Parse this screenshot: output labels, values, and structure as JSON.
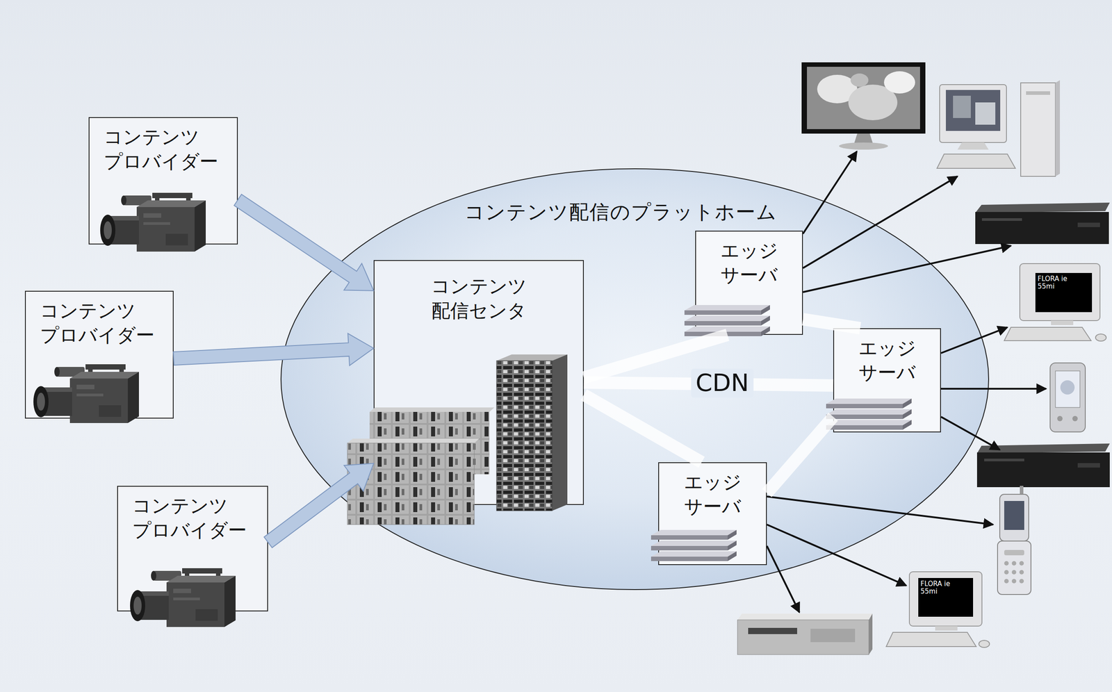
{
  "diagram": {
    "nodes": [
      {
        "text": [
          "コンテンツ プロバイダー"
        ]
      },
      {
        "text": [
          "コンテンツ プロバイダー"
        ]
      },
      {
        "text": [
          "コンテンツ プロバイダー"
        ]
      },
      {
        "text": [
          "コンテンツ配信のプラットホーム"
        ]
      },
      {
        "text": [
          "コンテンツ 配信センタ"
        ],
        "in": 3
      },
      {
        "text": [
          "エッジ サーバ"
        ],
        "in": 3
      },
      {
        "text": [
          "エッジ サーバ"
        ],
        "in": 3
      },
      {
        "text": [
          "エッジ サーバ"
        ],
        "in": 3
      }
    ],
    "edges": [
      {
        "from": 0,
        "to": 4,
        "arrow": "to"
      },
      {
        "from": 1,
        "to": 4,
        "arrow": "to"
      },
      {
        "from": 2,
        "to": 4,
        "arrow": "to"
      },
      {
        "from": 4,
        "to": 5,
        "arrow": "none"
      },
      {
        "from": 4,
        "to": 6,
        "arrow": "none"
      },
      {
        "from": 4,
        "to": 7,
        "arrow": "none"
      },
      {
        "from": 5,
        "to": 6,
        "arrow": "none"
      },
      {
        "from": 6,
        "to": 7,
        "arrow": "none"
      }
    ],
    "labels": [
      "CDN",
      "FLORA ie 55mi",
      "FLORA ie 55mi"
    ]
  }
}
